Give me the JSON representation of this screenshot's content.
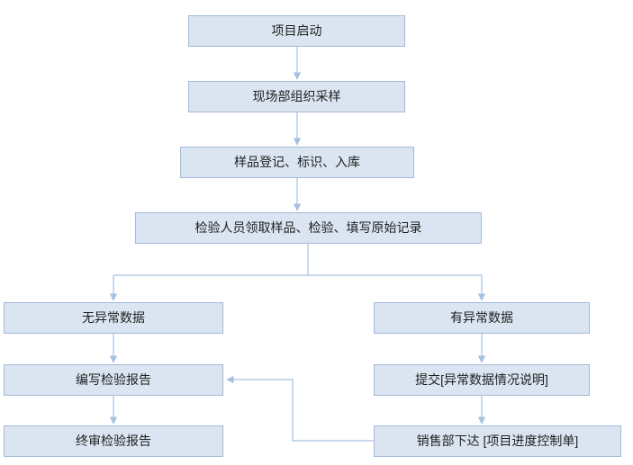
{
  "diagram": {
    "title": "inspection-process-flowchart",
    "colors": {
      "background": "#ffffff",
      "node_fill": "#dbe5f2",
      "node_border": "#a3b9da",
      "connector": "#a6c1e0",
      "text": "#1f1f1f"
    },
    "nodes": {
      "start": {
        "label": "项目启动"
      },
      "sampling": {
        "label": "现场部组织采样"
      },
      "register": {
        "label": "样品登记、标识、入库"
      },
      "inspect": {
        "label": "检验人员领取样品、检验、填写原始记录"
      },
      "no_abnormal": {
        "label": "无异常数据"
      },
      "abnormal": {
        "label": "有异常数据"
      },
      "write_report": {
        "label": "编写检验报告"
      },
      "submit_explanation": {
        "label": "提交[异常数据情况说明]"
      },
      "final_review": {
        "label": "终审检验报告"
      },
      "sales_issue": {
        "label": "销售部下达 [项目进度控制单]"
      }
    }
  }
}
